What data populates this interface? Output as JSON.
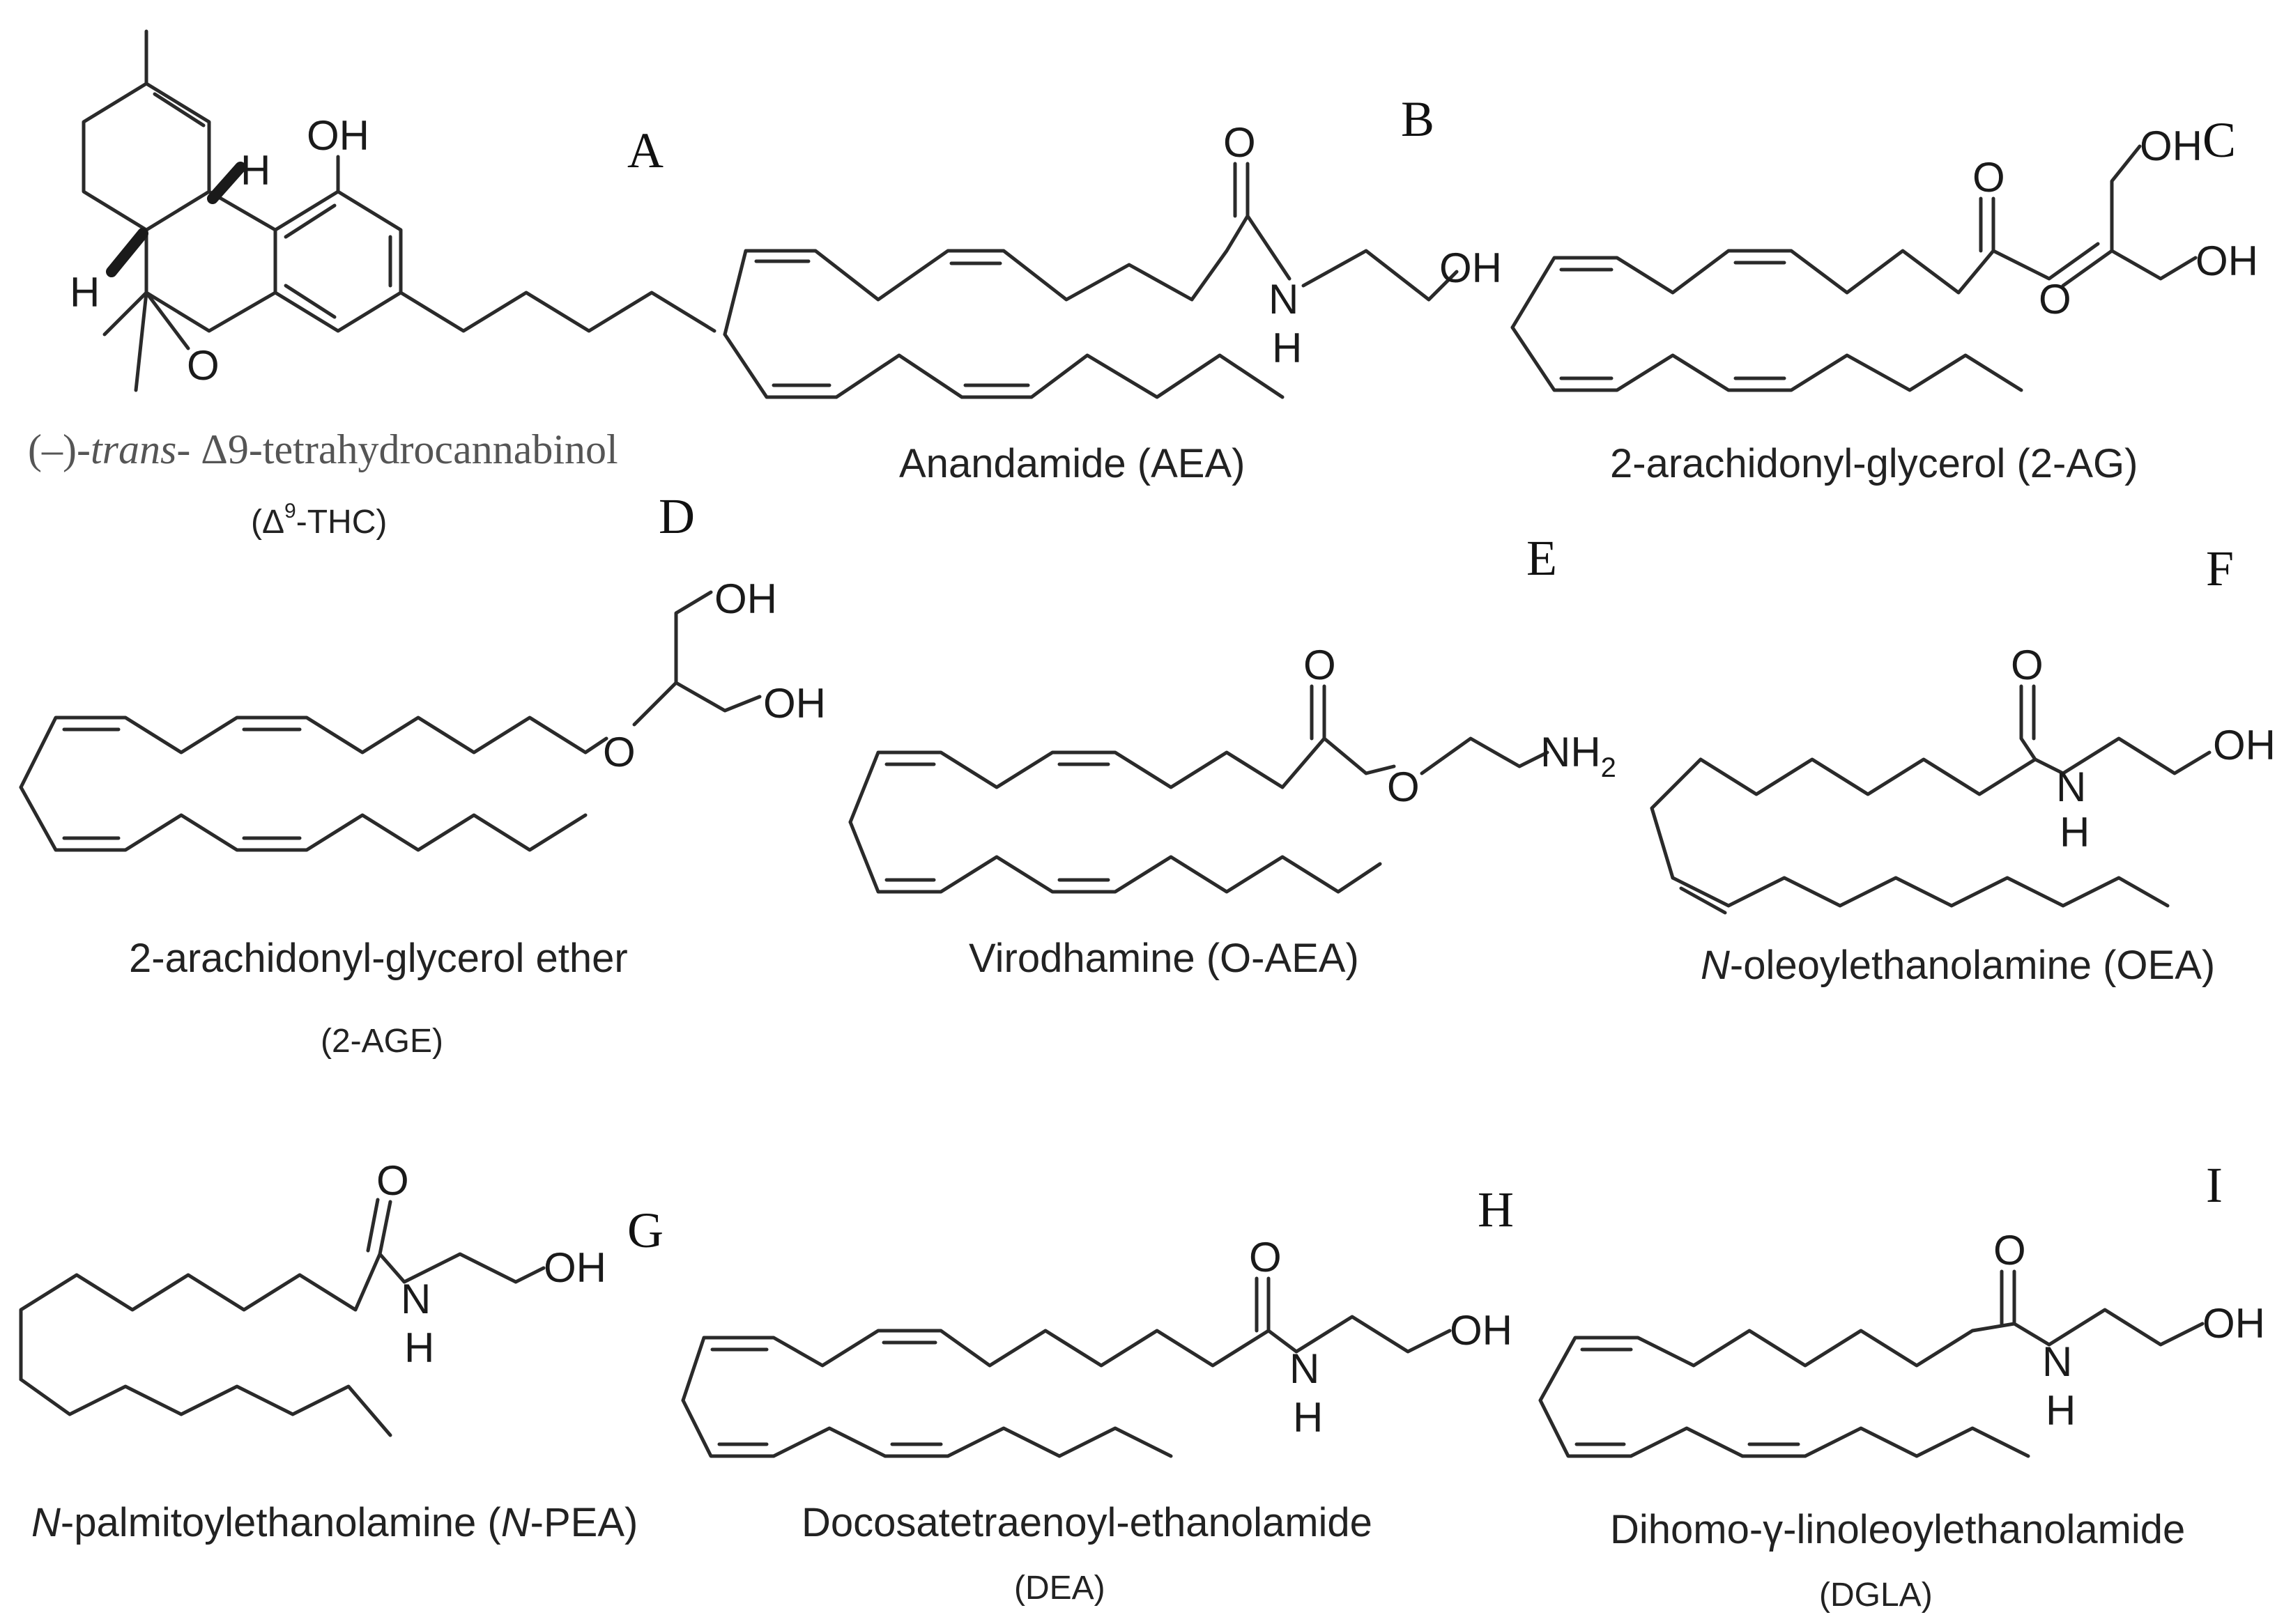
{
  "letters": {
    "a": "A",
    "b": "B",
    "c": "C",
    "d": "D",
    "e": "E",
    "f": "F",
    "g": "G",
    "h": "H",
    "i": "I"
  },
  "atoms": {
    "o": "O",
    "oh": "OH",
    "h": "H",
    "n": "N",
    "nh": "NH",
    "two": "2"
  },
  "captions": {
    "a_prefix": "(–)-",
    "a_italic": "trans",
    "a_rest": "- Δ9-tetrahydrocannabinol",
    "a_abbr_open": "(Δ",
    "a_abbr_sup": "9",
    "a_abbr_close": "-THC)",
    "b": "Anandamide (AEA)",
    "c": "2-arachidonyl-glycerol (2-AG)",
    "d": "2-arachidonyl-glycerol ether",
    "d_abbr": "(2-AGE)",
    "e": "Virodhamine (O-AEA)",
    "f_italic": "N",
    "f_rest": "-oleoylethanolamine (OEA)",
    "g_italic1": "N",
    "g_mid": "-palmitoylethanolamine (",
    "g_italic2": "N",
    "g_end": "-PEA)",
    "h": "Docosatetraenoyl-ethanolamide",
    "h_abbr": "(DEA)",
    "i": "Dihomo-γ-linoleoylethanolamide",
    "i_abbr": "(DGLA)"
  }
}
